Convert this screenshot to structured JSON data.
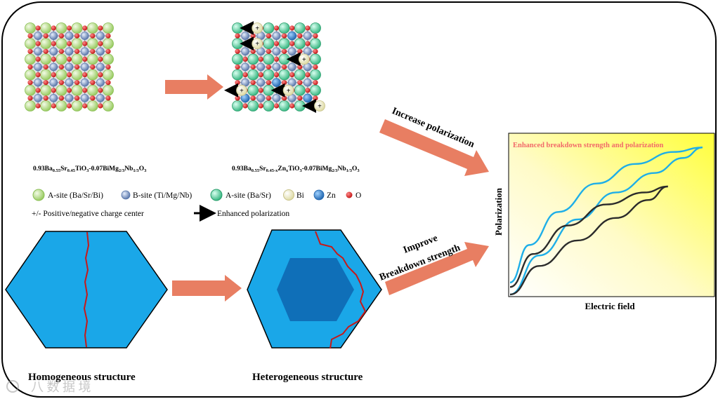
{
  "lattice_left": {
    "caption_parts": [
      "0.93Ba",
      "0.55",
      "Sr",
      "0.45",
      "TiO",
      "3",
      "-0.07BiMg",
      "2/3",
      "Nb",
      "1/3",
      "O",
      "3"
    ]
  },
  "lattice_right": {
    "caption_parts": [
      "0.93Ba",
      "0.55",
      "Sr",
      "0.45-x",
      "Zn",
      "x",
      "TiO",
      "3",
      "-0.07BiMg",
      "2/3",
      "Nb",
      "1/3",
      "O",
      "3"
    ]
  },
  "legend": {
    "a_site_mixed": "A-site (Ba/Sr/Bi)",
    "b_site": "B-site (Ti/Mg/Nb)",
    "a_site_basr": "A-site (Ba/Sr)",
    "bi": "Bi",
    "zn": "Zn",
    "o": "O",
    "charge_center": "+/- Positive/negative charge center",
    "enhanced_polarization": "Enhanced polarization"
  },
  "arrows": {
    "increase_polarization": "Increase polarization",
    "improve_line1": "Improve",
    "improve_line2": "Breakdown strength"
  },
  "structures": {
    "homogeneous": "Homogeneous structure",
    "heterogeneous": "Heterogeneous structure"
  },
  "chart_data": {
    "type": "line",
    "title": "Enhanced breakdown strength and polarization",
    "xlabel": "Electric field",
    "ylabel": "Polarization",
    "xlim": [
      0,
      100
    ],
    "ylim": [
      0,
      100
    ],
    "grid": false,
    "series": [
      {
        "color": "#1eaee8",
        "upper": [
          [
            0,
            8
          ],
          [
            10,
            33
          ],
          [
            25,
            55
          ],
          [
            45,
            74
          ],
          [
            65,
            87
          ],
          [
            85,
            95
          ],
          [
            100,
            98
          ]
        ],
        "lower": [
          [
            0,
            0
          ],
          [
            15,
            26
          ],
          [
            35,
            50
          ],
          [
            55,
            68
          ],
          [
            75,
            81
          ],
          [
            90,
            91
          ],
          [
            100,
            98
          ]
        ]
      },
      {
        "color": "#2b2b2b",
        "upper": [
          [
            0,
            5
          ],
          [
            12,
            27
          ],
          [
            30,
            46
          ],
          [
            50,
            60
          ],
          [
            70,
            68
          ],
          [
            82,
            72
          ]
        ],
        "lower": [
          [
            0,
            0
          ],
          [
            15,
            19
          ],
          [
            35,
            36
          ],
          [
            55,
            51
          ],
          [
            72,
            63
          ],
          [
            82,
            72
          ]
        ]
      }
    ]
  },
  "colors": {
    "arrow": "#e87e62",
    "hex_outer": "#1aa7e8",
    "hex_inner": "#0f6fb8",
    "crack": "#c81818",
    "title_text": "#f26a6a",
    "a_site_green": "#a7d466",
    "a_site_basr": "#3fbf8a",
    "bi": "#ece9b6",
    "zn": "#2b79c4",
    "o": "#d81b1b",
    "b_site": "#6b86b8"
  },
  "watermark": "八 数 据 境"
}
